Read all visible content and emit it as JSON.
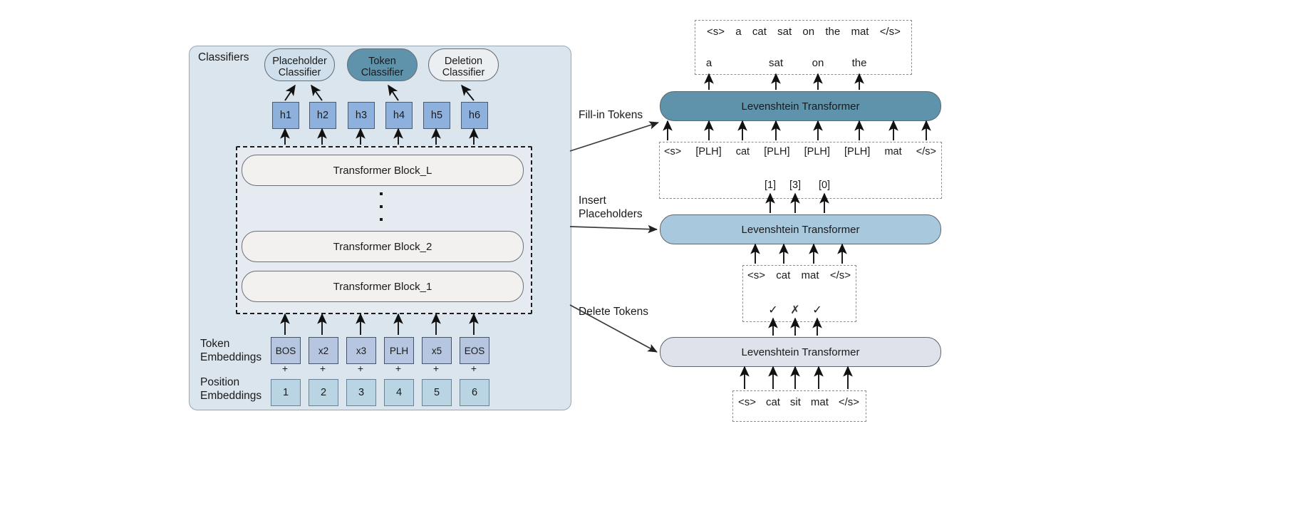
{
  "left_panel": {
    "classifiers_label": "Classifiers",
    "classifiers": [
      {
        "line1": "Placeholder",
        "line2": "Classifier",
        "color": "#cfe0ec"
      },
      {
        "line1": "Token",
        "line2": "Classifier",
        "color": "#5e93ab"
      },
      {
        "line1": "Deletion",
        "line2": "Classifier",
        "color": "#eceff1"
      }
    ],
    "hidden_states": [
      "h1",
      "h2",
      "h3",
      "h4",
      "h5",
      "h6"
    ],
    "transformer_blocks": [
      "Transformer Block_L",
      "Transformer Block_2",
      "Transformer Block_1"
    ],
    "token_embeddings_label_line1": "Token",
    "token_embeddings_label_line2": "Embeddings",
    "position_embeddings_label_line1": "Position",
    "position_embeddings_label_line2": "Embeddings",
    "token_embeddings": [
      "BOS",
      "x2",
      "x3",
      "PLH",
      "x5",
      "EOS"
    ],
    "position_embeddings": [
      "1",
      "2",
      "3",
      "4",
      "5",
      "6"
    ],
    "plus_symbol": "+"
  },
  "right_panel": {
    "stages": [
      {
        "label_line1": "Fill-in Tokens",
        "label_line2": "",
        "model_name": "Levenshtein Transformer",
        "color": "#5e93ab"
      },
      {
        "label_line1": "Insert",
        "label_line2": "Placeholders",
        "model_name": "Levenshtein Transformer",
        "color": "#a8c8de"
      },
      {
        "label_line1": "Delete Tokens",
        "label_line2": "",
        "model_name": "Levenshtein Transformer",
        "color": "#dfe2ea"
      }
    ],
    "final_output_sequence": [
      "<s>",
      "a",
      "cat",
      "sat",
      "on",
      "the",
      "mat",
      "</s>"
    ],
    "filled_tokens": [
      "a",
      "sat",
      "on",
      "the"
    ],
    "placeholder_sequence": [
      "<s>",
      "[PLH]",
      "cat",
      "[PLH]",
      "[PLH]",
      "[PLH]",
      "mat",
      "</s>"
    ],
    "insertion_counts": [
      "[1]",
      "[3]",
      "[0]"
    ],
    "post_delete_sequence": [
      "<s>",
      "cat",
      "mat",
      "</s>"
    ],
    "deletion_decisions": [
      "✓",
      "✗",
      "✓"
    ],
    "input_sequence": [
      "<s>",
      "cat",
      "sit",
      "mat",
      "</s>"
    ]
  },
  "colors": {
    "panel_bg": "#dbe5ee",
    "accent_dark": "#5e93ab",
    "accent_mid": "#a8c8de",
    "accent_light": "#dfe2ea",
    "token_box": "#b6c6e0",
    "position_box": "#b9d4e3",
    "hidden_box": "#8eb0dd"
  }
}
